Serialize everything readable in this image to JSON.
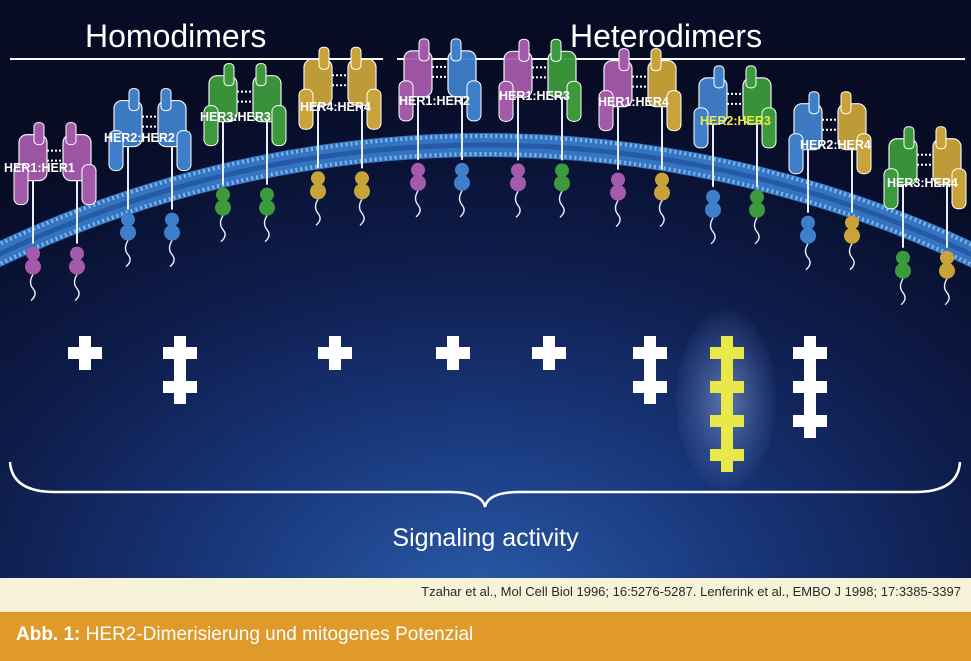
{
  "titles": {
    "homodimers": "Homodimers",
    "heterodimers": "Heterodimers"
  },
  "dimers": [
    {
      "label": "HER1:HER1",
      "highlight": false,
      "colors": [
        "#a45aaa",
        "#a45aaa"
      ],
      "plus_count": 1
    },
    {
      "label": "HER2:HER2",
      "highlight": false,
      "colors": [
        "#3f7fc9",
        "#3f7fc9"
      ],
      "plus_count": 2
    },
    {
      "label": "HER3:HER3",
      "highlight": false,
      "colors": [
        "#3c9a3c",
        "#3c9a3c"
      ],
      "plus_count": 0
    },
    {
      "label": "HER4:HER4",
      "highlight": false,
      "colors": [
        "#c9a33a",
        "#c9a33a"
      ],
      "plus_count": 1
    },
    {
      "label": "HER1:HER2",
      "highlight": false,
      "colors": [
        "#a45aaa",
        "#3f7fc9"
      ],
      "plus_count": 1
    },
    {
      "label": "HER1:HER3",
      "highlight": false,
      "colors": [
        "#a45aaa",
        "#3c9a3c"
      ],
      "plus_count": 1
    },
    {
      "label": "HER1:HER4",
      "highlight": false,
      "colors": [
        "#a45aaa",
        "#c9a33a"
      ],
      "plus_count": 2
    },
    {
      "label": "HER2:HER3",
      "highlight": true,
      "colors": [
        "#3f7fc9",
        "#3c9a3c"
      ],
      "plus_count": 4
    },
    {
      "label": "HER2:HER4",
      "highlight": false,
      "colors": [
        "#3f7fc9",
        "#c9a33a"
      ],
      "plus_count": 3
    },
    {
      "label": "HER3:HER4",
      "highlight": false,
      "colors": [
        "#3c9a3c",
        "#c9a33a"
      ],
      "plus_count": 0
    }
  ],
  "plus_symbol": "+",
  "signaling_label": "Signaling activity",
  "citation": "Tzahar et al., Mol Cell Biol 1996; 16:5276-5287. Lenferink et al., EMBO J 1998; 17:3385-3397",
  "caption": {
    "prefix": "Abb. 1:",
    "text": "HER2-Dimerisierung und mitogenes Potenzial"
  },
  "colors": {
    "highlight": "#e9e84a",
    "caption_bar": "#e09a2a",
    "citation_bar": "#f6f3d9"
  }
}
